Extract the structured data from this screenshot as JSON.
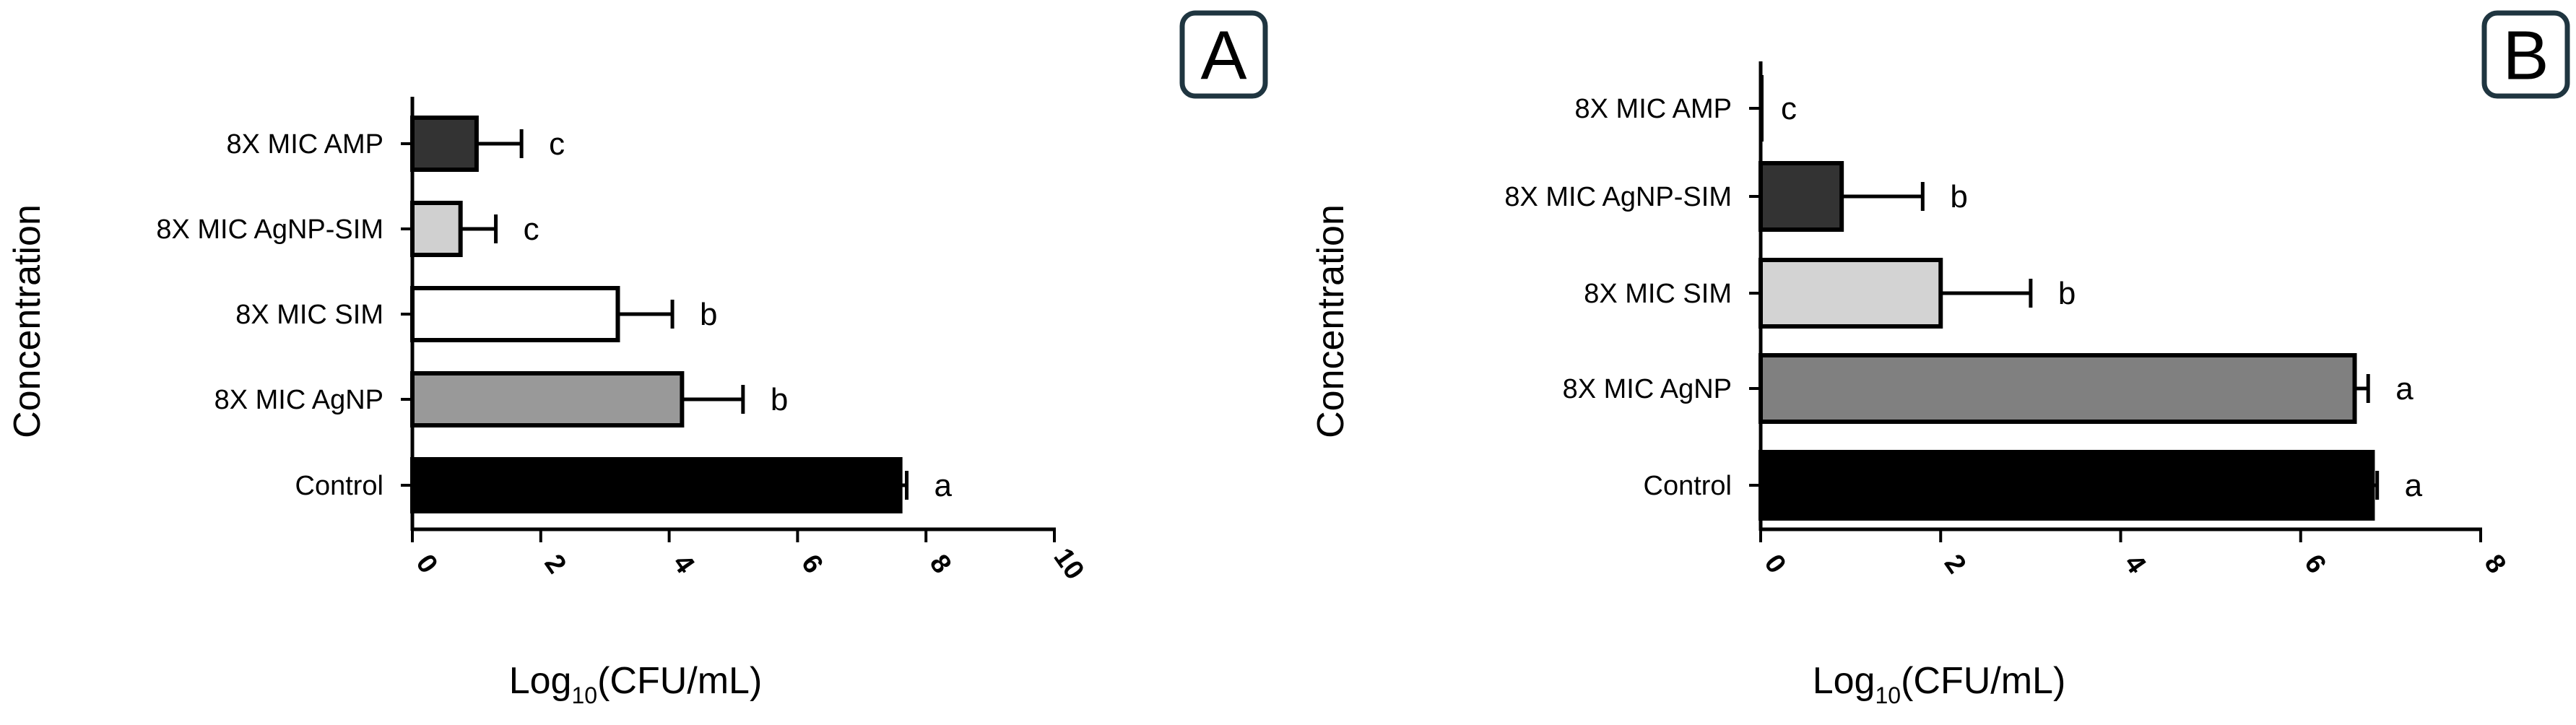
{
  "chart_data": [
    {
      "type": "bar",
      "orientation": "horizontal",
      "panel_label": "A",
      "categories": [
        "8X MIC AMP",
        "8X MIC AgNP-SIM",
        "8X MIC SIM",
        "8X MIC AgNP",
        "Control"
      ],
      "values": [
        1.0,
        0.75,
        3.2,
        4.2,
        7.6
      ],
      "errors": [
        0.7,
        0.55,
        0.85,
        0.95,
        0.1
      ],
      "significance": [
        "c",
        "c",
        "b",
        "b",
        "a"
      ],
      "colors": [
        "#333333",
        "#d0d0d0",
        "#ffffff",
        "#999999",
        "#000000"
      ],
      "xlabel": {
        "main": "Log",
        "sub": "10",
        "rest": "(CFU/mL)"
      },
      "ylabel": "Concentration",
      "xlim": [
        0,
        10
      ],
      "xticks": [
        "0",
        "2",
        "4",
        "6",
        "8",
        "10"
      ],
      "grid": false
    },
    {
      "type": "bar",
      "orientation": "horizontal",
      "panel_label": "B",
      "categories": [
        "8X MIC AMP",
        "8X MIC AgNP-SIM",
        "8X MIC SIM",
        "8X MIC AgNP",
        "Control"
      ],
      "values": [
        0.0,
        0.9,
        2.0,
        6.6,
        6.8
      ],
      "errors": [
        0.0,
        0.9,
        1.0,
        0.15,
        0.05
      ],
      "significance": [
        "c",
        "b",
        "b",
        "a",
        "a"
      ],
      "colors": [
        "#333333",
        "#333333",
        "#d3d3d3",
        "#808080",
        "#000000"
      ],
      "xlabel": {
        "main": "Log",
        "sub": "10",
        "rest": "(CFU/mL)"
      },
      "ylabel": "Concentration",
      "xlim": [
        0,
        8
      ],
      "xticks": [
        "0",
        "2",
        "4",
        "6",
        "8"
      ],
      "grid": false
    }
  ]
}
